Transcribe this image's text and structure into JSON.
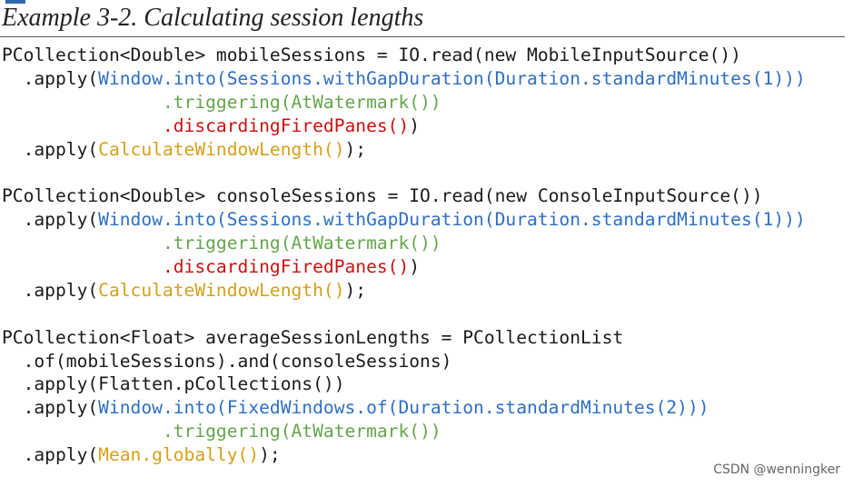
{
  "heading": "Example 3-2. Calculating session lengths",
  "watermark": "CSDN @wenningker",
  "colors": {
    "default": "#1a1a1a",
    "blue": "#2f6fc2",
    "green": "#63a64b",
    "red": "#cc1010",
    "gold": "#d4a018",
    "accent_bar": "#2f67b0"
  },
  "code_lines": [
    [
      {
        "t": "PCollection<Double> mobileSessions = IO.read(new MobileInputSource())",
        "c": "default"
      }
    ],
    [
      {
        "t": "  .apply(",
        "c": "default"
      },
      {
        "t": "Window.into(Sessions.withGapDuration(Duration.standardMinutes(1)))",
        "c": "blue"
      }
    ],
    [
      {
        "t": "               ",
        "c": "default"
      },
      {
        "t": ".triggering(AtWatermark())",
        "c": "green"
      }
    ],
    [
      {
        "t": "               ",
        "c": "default"
      },
      {
        "t": ".discardingFiredPanes()",
        "c": "red"
      },
      {
        "t": ")",
        "c": "default"
      }
    ],
    [
      {
        "t": "  .apply(",
        "c": "default"
      },
      {
        "t": "CalculateWindowLength()",
        "c": "gold"
      },
      {
        "t": ");",
        "c": "default"
      }
    ],
    [
      {
        "t": "",
        "c": "default"
      }
    ],
    [
      {
        "t": "PCollection<Double> consoleSessions = IO.read(new ConsoleInputSource())",
        "c": "default"
      }
    ],
    [
      {
        "t": "  .apply(",
        "c": "default"
      },
      {
        "t": "Window.into(Sessions.withGapDuration(Duration.standardMinutes(1)))",
        "c": "blue"
      }
    ],
    [
      {
        "t": "               ",
        "c": "default"
      },
      {
        "t": ".triggering(AtWatermark())",
        "c": "green"
      }
    ],
    [
      {
        "t": "               ",
        "c": "default"
      },
      {
        "t": ".discardingFiredPanes()",
        "c": "red"
      },
      {
        "t": ")",
        "c": "default"
      }
    ],
    [
      {
        "t": "  .apply(",
        "c": "default"
      },
      {
        "t": "CalculateWindowLength()",
        "c": "gold"
      },
      {
        "t": ");",
        "c": "default"
      }
    ],
    [
      {
        "t": "",
        "c": "default"
      }
    ],
    [
      {
        "t": "PCollection<Float> averageSessionLengths = PCollectionList",
        "c": "default"
      }
    ],
    [
      {
        "t": "  .of(mobileSessions).and(consoleSessions)",
        "c": "default"
      }
    ],
    [
      {
        "t": "  .apply(Flatten.pCollections())",
        "c": "default"
      }
    ],
    [
      {
        "t": "  .apply(",
        "c": "default"
      },
      {
        "t": "Window.into(FixedWindows.of(Duration.standardMinutes(2)))",
        "c": "blue"
      }
    ],
    [
      {
        "t": "               ",
        "c": "default"
      },
      {
        "t": ".triggering(AtWatermark())",
        "c": "green"
      }
    ],
    [
      {
        "t": "  .apply(",
        "c": "default"
      },
      {
        "t": "Mean.globally()",
        "c": "gold"
      },
      {
        "t": ");",
        "c": "default"
      }
    ]
  ]
}
